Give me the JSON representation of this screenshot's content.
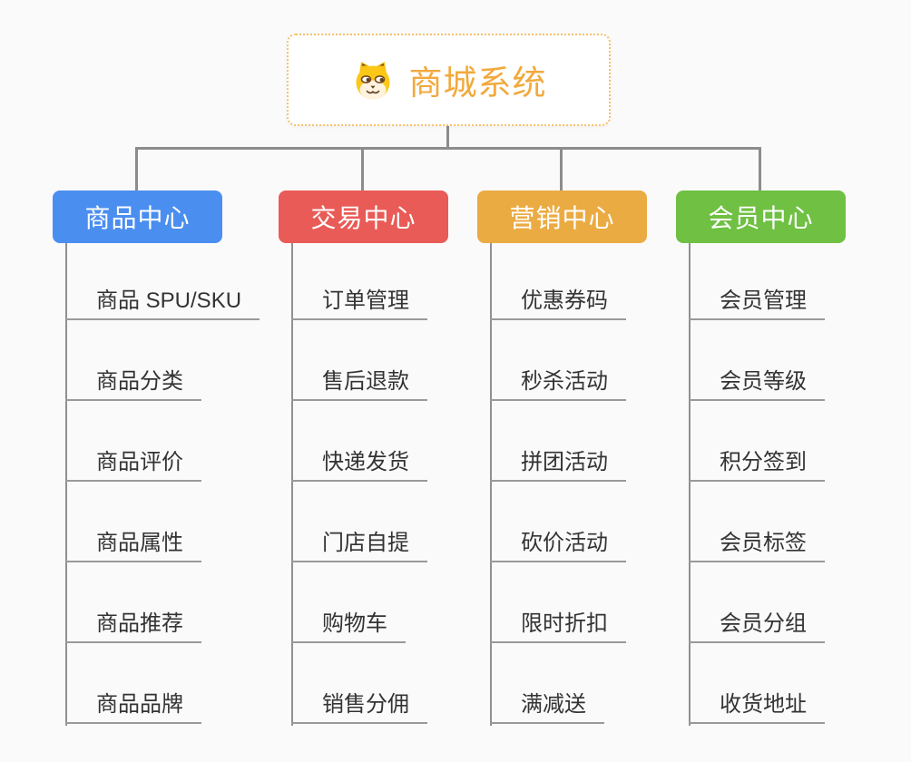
{
  "app": {
    "background_color": "#FAFAFA",
    "connector_color": "#8C8C8C",
    "leaf_text_color": "#333333",
    "leaf_underline_color": "#999999"
  },
  "root": {
    "title": "商城系统",
    "icon": "dog-icon",
    "text_color": "#F2A93C",
    "border_color": "#F6C06B"
  },
  "branches": [
    {
      "label": "商品中心",
      "color": "#4A8EF0",
      "children": [
        "商品 SPU/SKU",
        "商品分类",
        "商品评价",
        "商品属性",
        "商品推荐",
        "商品品牌"
      ]
    },
    {
      "label": "交易中心",
      "color": "#E95B57",
      "children": [
        "订单管理",
        "售后退款",
        "快递发货",
        "门店自提",
        "购物车",
        "销售分佣"
      ]
    },
    {
      "label": "营销中心",
      "color": "#EBAB43",
      "children": [
        "优惠券码",
        "秒杀活动",
        "拼团活动",
        "砍价活动",
        "限时折扣",
        "满减送"
      ]
    },
    {
      "label": "会员中心",
      "color": "#6FC043",
      "children": [
        "会员管理",
        "会员等级",
        "积分签到",
        "会员标签",
        "会员分组",
        "收货地址"
      ]
    }
  ]
}
